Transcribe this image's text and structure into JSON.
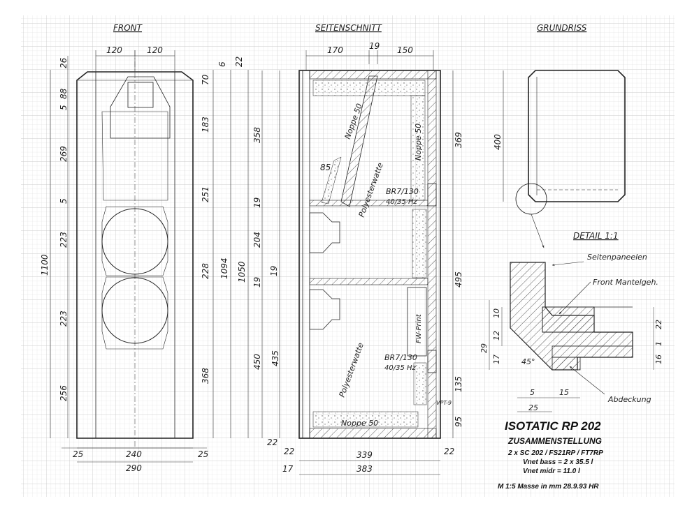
{
  "views": {
    "front": "FRONT",
    "side": "SEITENSCHNITT",
    "plan": "GRUNDRISS",
    "detail": "DETAIL 1:1"
  },
  "front_dims": {
    "top_120a": "120",
    "top_120b": "120",
    "h_1100": "1100",
    "left": [
      "26",
      "5",
      "88",
      "269",
      "5",
      "223",
      "223",
      "256"
    ],
    "right": [
      "70",
      "183",
      "251",
      "228",
      "368"
    ],
    "bottom_25a": "25",
    "bottom_240": "240",
    "bottom_25b": "25",
    "bottom_290": "290",
    "h_1094": "1094",
    "h_1050": "1050"
  },
  "side_dims": {
    "top_6": "6",
    "top_22": "22",
    "top_170": "170",
    "top_19": "19",
    "top_150": "150",
    "left": [
      "358",
      "19",
      "204",
      "19",
      "19",
      "450",
      "435"
    ],
    "bot_22": "22",
    "right": [
      "369",
      "495",
      "135",
      "95"
    ],
    "w_339": "339",
    "w_383": "383",
    "bot_22b": "22",
    "bot_17": "17",
    "bot_22c": "22",
    "dim_85": "85"
  },
  "side_labels": {
    "noppe1": "Noppe 50",
    "noppe2": "Noppe 50",
    "noppe3": "Noppe 50",
    "polyester1": "Polyesterwatte",
    "polyester2": "Polyesterwatte",
    "br1_a": "BR7/130",
    "br1_b": "40/35 Hz",
    "br2_a": "BR7/130",
    "br2_b": "40/35 Hz",
    "fw": "FW-Print",
    "vpt": "VPT-9"
  },
  "plan_dims": {
    "d400": "400"
  },
  "detail_labels": {
    "seiten": "Seitenpaneelen",
    "front": "Front Mantelgeh.",
    "abdeckung": "Abdeckung",
    "d10": "10",
    "d12": "12",
    "d29": "29",
    "d17": "17",
    "d22": "22",
    "d1": "1",
    "d16": "16",
    "angle": "45°",
    "d5": "5",
    "d15": "15",
    "d25": "25"
  },
  "title_block": {
    "title": "ISOTATIC  RP 202",
    "subtitle": "ZUSAMMENSTELLUNG",
    "line1": "2 x SC 202 / FS21RP / FT7RP",
    "line2": "Vnet bass = 2 x 35.5 l",
    "line3": "Vnet midr = 11.0 l",
    "footer": "M 1:5     Masse in mm     28.9.93 HR"
  }
}
